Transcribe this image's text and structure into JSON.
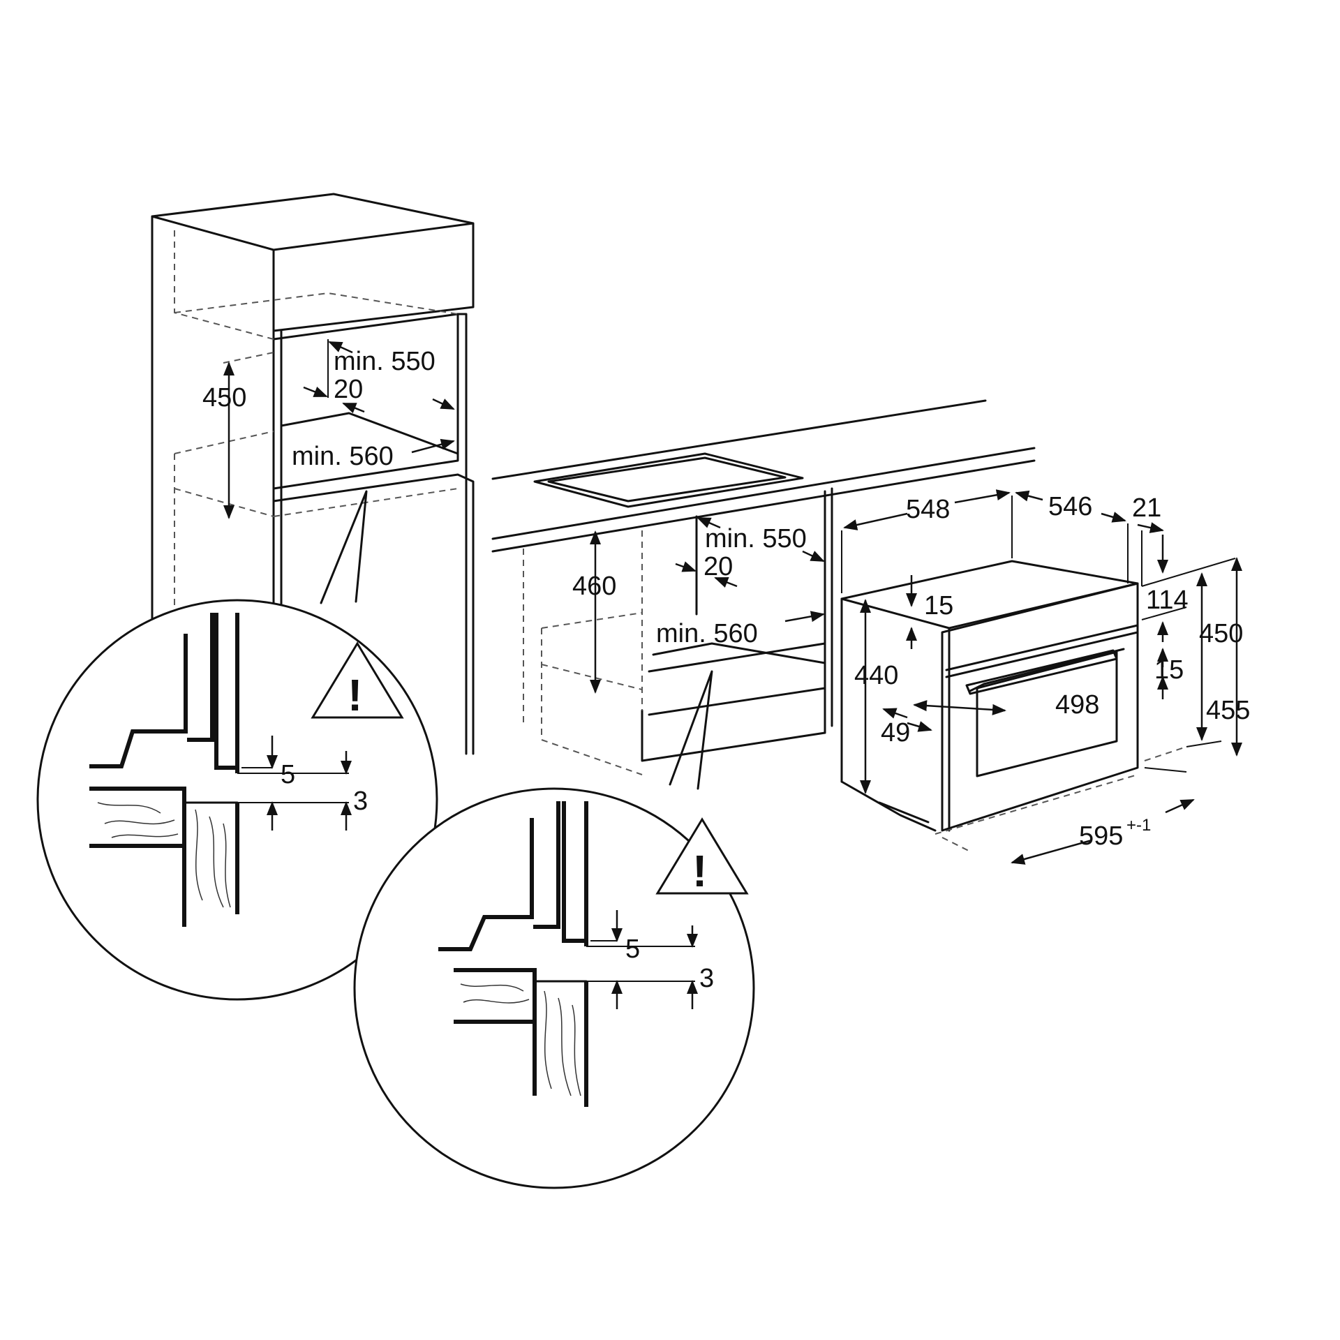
{
  "tall_cabinet": {
    "niche_height": "450",
    "min_depth": "min. 550",
    "gap": "20",
    "min_width": "min. 560"
  },
  "base_cabinet": {
    "niche_height": "460",
    "min_depth": "min. 550",
    "gap": "20",
    "min_width": "min. 560"
  },
  "detail_1": {
    "gap_top": "5",
    "gap_bottom": "3",
    "warning": "!"
  },
  "detail_2": {
    "gap_top": "5",
    "gap_bottom": "3",
    "warning": "!"
  },
  "appliance": {
    "depth": "548",
    "body_depth": "546",
    "front_thickness": "21",
    "control_panel": "114",
    "front_height": "450",
    "side_offset_top": "15",
    "inner_offset": "15",
    "body_height": "440",
    "total_height": "455",
    "door_width": "498",
    "handle_offset": "49",
    "width": "595",
    "width_tolerance": "+-1"
  }
}
